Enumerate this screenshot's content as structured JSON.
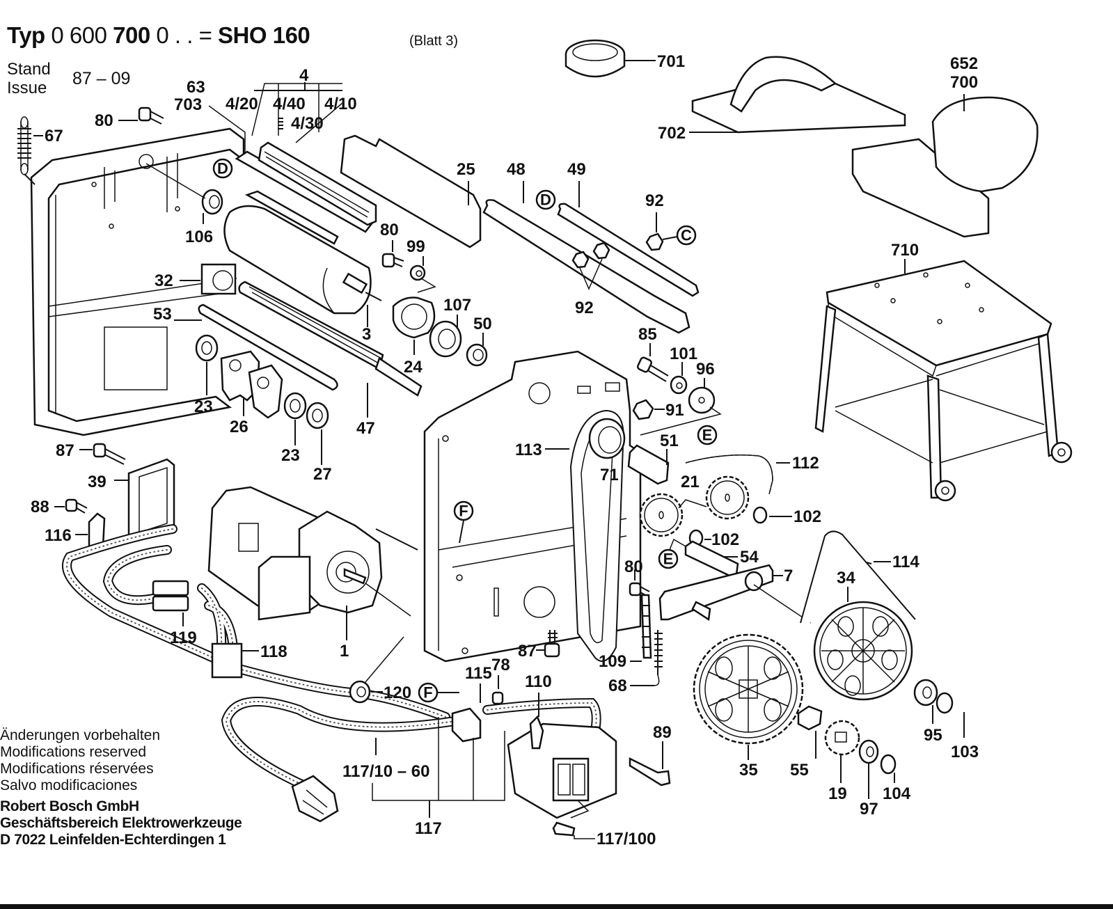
{
  "header": {
    "typ_label": "Typ",
    "type_number_light1": "0 600",
    "type_number_bold": "700",
    "type_number_light2": "0 . . =",
    "model": "SHO 160",
    "sheet": "(Blatt 3)",
    "stand_label": "Stand",
    "issue_label": "Issue",
    "issue_date": "87 – 09"
  },
  "footer": {
    "disclaimer_de": "Änderungen vorbehalten",
    "disclaimer_en": "Modifications reserved",
    "disclaimer_fr": "Modifications réservées",
    "disclaimer_es": "Salvo modificaciones",
    "company": "Robert Bosch GmbH",
    "division": "Geschäftsbereich Elektrowerkzeuge",
    "address": "D 7022 Leinfelden-Echterdingen 1"
  },
  "reference_markers": [
    "C",
    "D",
    "E",
    "F"
  ],
  "part_labels": {
    "p1": "1",
    "p3": "3",
    "p4": "4",
    "p4_10": "4/10",
    "p4_20": "4/20",
    "p4_30": "4/30",
    "p4_40": "4/40",
    "p7": "7",
    "p19": "19",
    "p21": "21",
    "p23a": "23",
    "p23b": "23",
    "p24": "24",
    "p25": "25",
    "p26": "26",
    "p27": "27",
    "p32": "32",
    "p34": "34",
    "p35": "35",
    "p39": "39",
    "p47": "47",
    "p48": "48",
    "p49": "49",
    "p50": "50",
    "p51": "51",
    "p53": "53",
    "p54": "54",
    "p55": "55",
    "p63": "63",
    "p67": "67",
    "p68": "68",
    "p71": "71",
    "p78": "78",
    "p80a": "80",
    "p80b": "80",
    "p80c": "80",
    "p85": "85",
    "p87a": "87",
    "p87b": "87",
    "p88": "88",
    "p89": "89",
    "p91": "91",
    "p92a": "92",
    "p92b": "92",
    "p95": "95",
    "p96": "96",
    "p97": "97",
    "p99": "99",
    "p101": "101",
    "p102a": "102",
    "p102b": "102",
    "p103": "103",
    "p104": "104",
    "p106": "106",
    "p107": "107",
    "p109": "109",
    "p110": "110",
    "p112": "112",
    "p113": "113",
    "p114": "114",
    "p115": "115",
    "p116": "116",
    "p117": "117",
    "p117_10_60": "117/10 – 60",
    "p117_100": "117/100",
    "p118": "118",
    "p119": "119",
    "p120": "120",
    "p652": "652",
    "p700": "700",
    "p701": "701",
    "p702": "702",
    "p703": "703",
    "p710": "710"
  }
}
